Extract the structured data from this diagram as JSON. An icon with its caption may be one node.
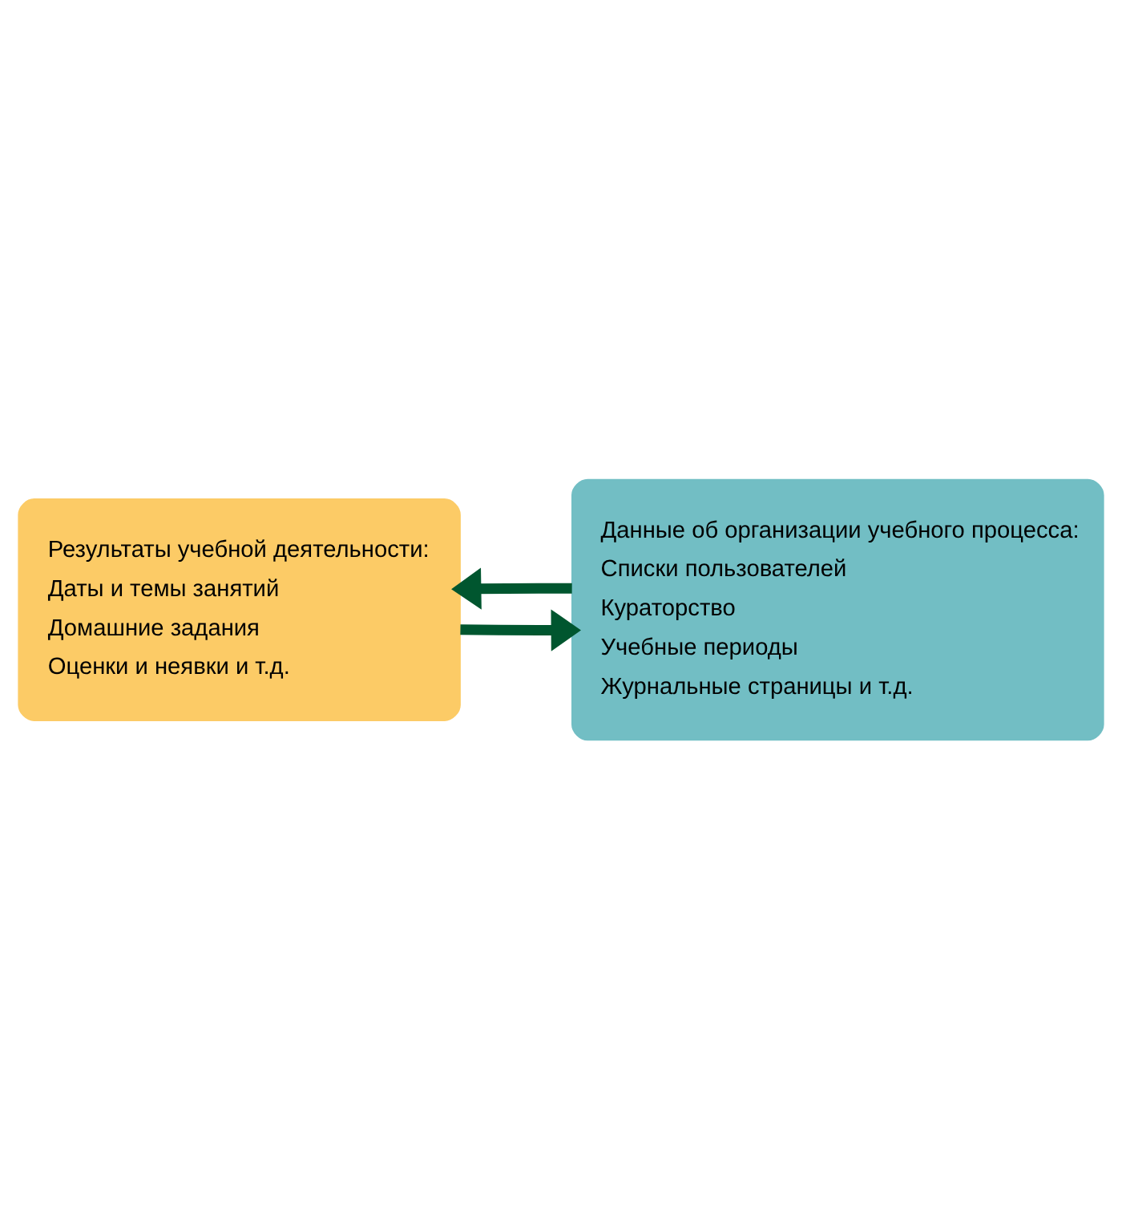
{
  "diagram": {
    "nodes": [
      {
        "text": [
          "Результаты учебной деятельности:",
          "Даты и темы занятий",
          "Домашние задания",
          "Оценки и неявки и т.д."
        ]
      },
      {
        "text": [
          "Данные об организации учебного процесса:",
          "Списки пользователей",
          "Кураторство",
          "Учебные периоды",
          "Журнальные страницы и т.д."
        ]
      }
    ],
    "edges": [
      {
        "from": 0,
        "to": 1,
        "arrow": "to"
      },
      {
        "from": 1,
        "to": 0,
        "arrow": "to"
      }
    ]
  }
}
